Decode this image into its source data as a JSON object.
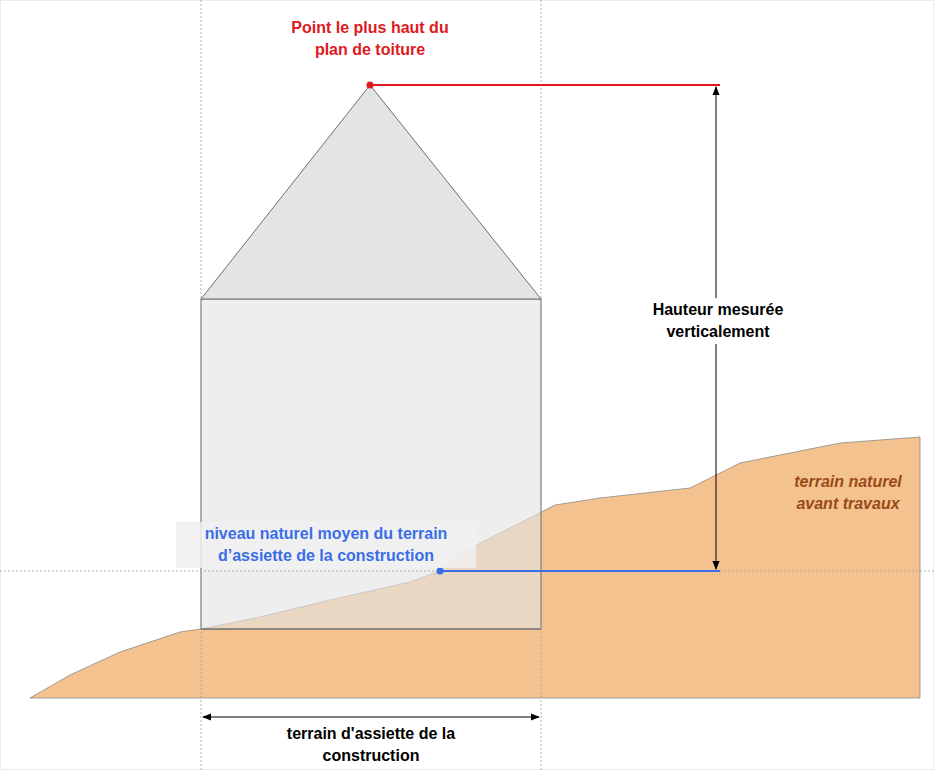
{
  "diagram": {
    "labels": [
      "Point le plus haut du plan de toiture",
      "Hauteur mesurée verticalement",
      "terrain naturel avant travaux",
      "niveau naturel moyen du terrain d’assiette de la construction",
      "terrain d'assiette de la construction"
    ]
  }
}
